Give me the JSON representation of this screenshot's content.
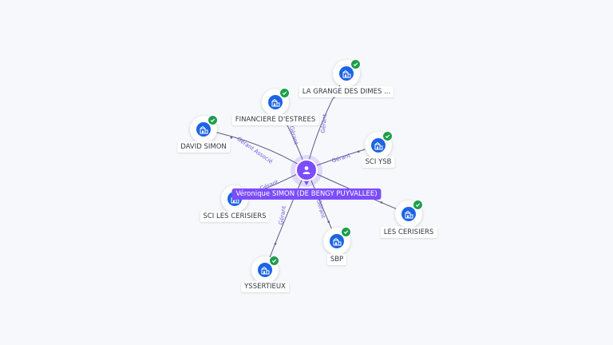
{
  "center": {
    "name": "Véronique SIMON (DE BENGY PUYVALLEE)",
    "icon": "person-icon"
  },
  "companies": [
    {
      "id": "grange",
      "name": "LA GRANGE DES DIMES ...",
      "role": "Gérant",
      "verified": true,
      "icon": "building-icon"
    },
    {
      "id": "financiere",
      "name": "FINANCIERE D'ESTREES",
      "role": "Gérant",
      "verified": true,
      "icon": "building-icon"
    },
    {
      "id": "david",
      "name": "DAVID SIMON",
      "role": "Gérant Associé",
      "verified": true,
      "icon": "building-icon"
    },
    {
      "id": "scisb",
      "name": "SCI YSB",
      "role": "Gérant",
      "verified": true,
      "icon": "building-icon"
    },
    {
      "id": "cerisiers-sci",
      "name": "SCI LES CERISIERS",
      "role": "Gérant",
      "verified": false,
      "icon": "building-icon"
    },
    {
      "id": "lescerisiers",
      "name": "LES CERISIERS",
      "role": "",
      "verified": true,
      "icon": "building-icon"
    },
    {
      "id": "sbp",
      "name": "SBP",
      "role": "Gérant",
      "verified": true,
      "icon": "building-icon"
    },
    {
      "id": "yssertieux",
      "name": "YSSERTIEUX",
      "role": "Gérant",
      "verified": true,
      "icon": "building-icon"
    }
  ],
  "colors": {
    "center": "#7c4dff",
    "company": "#1d64e5",
    "verified": "#1f9d4c",
    "edge": "#5d5a8c",
    "edge_label": "#6b5bd6",
    "background": "#f7f8fc"
  }
}
